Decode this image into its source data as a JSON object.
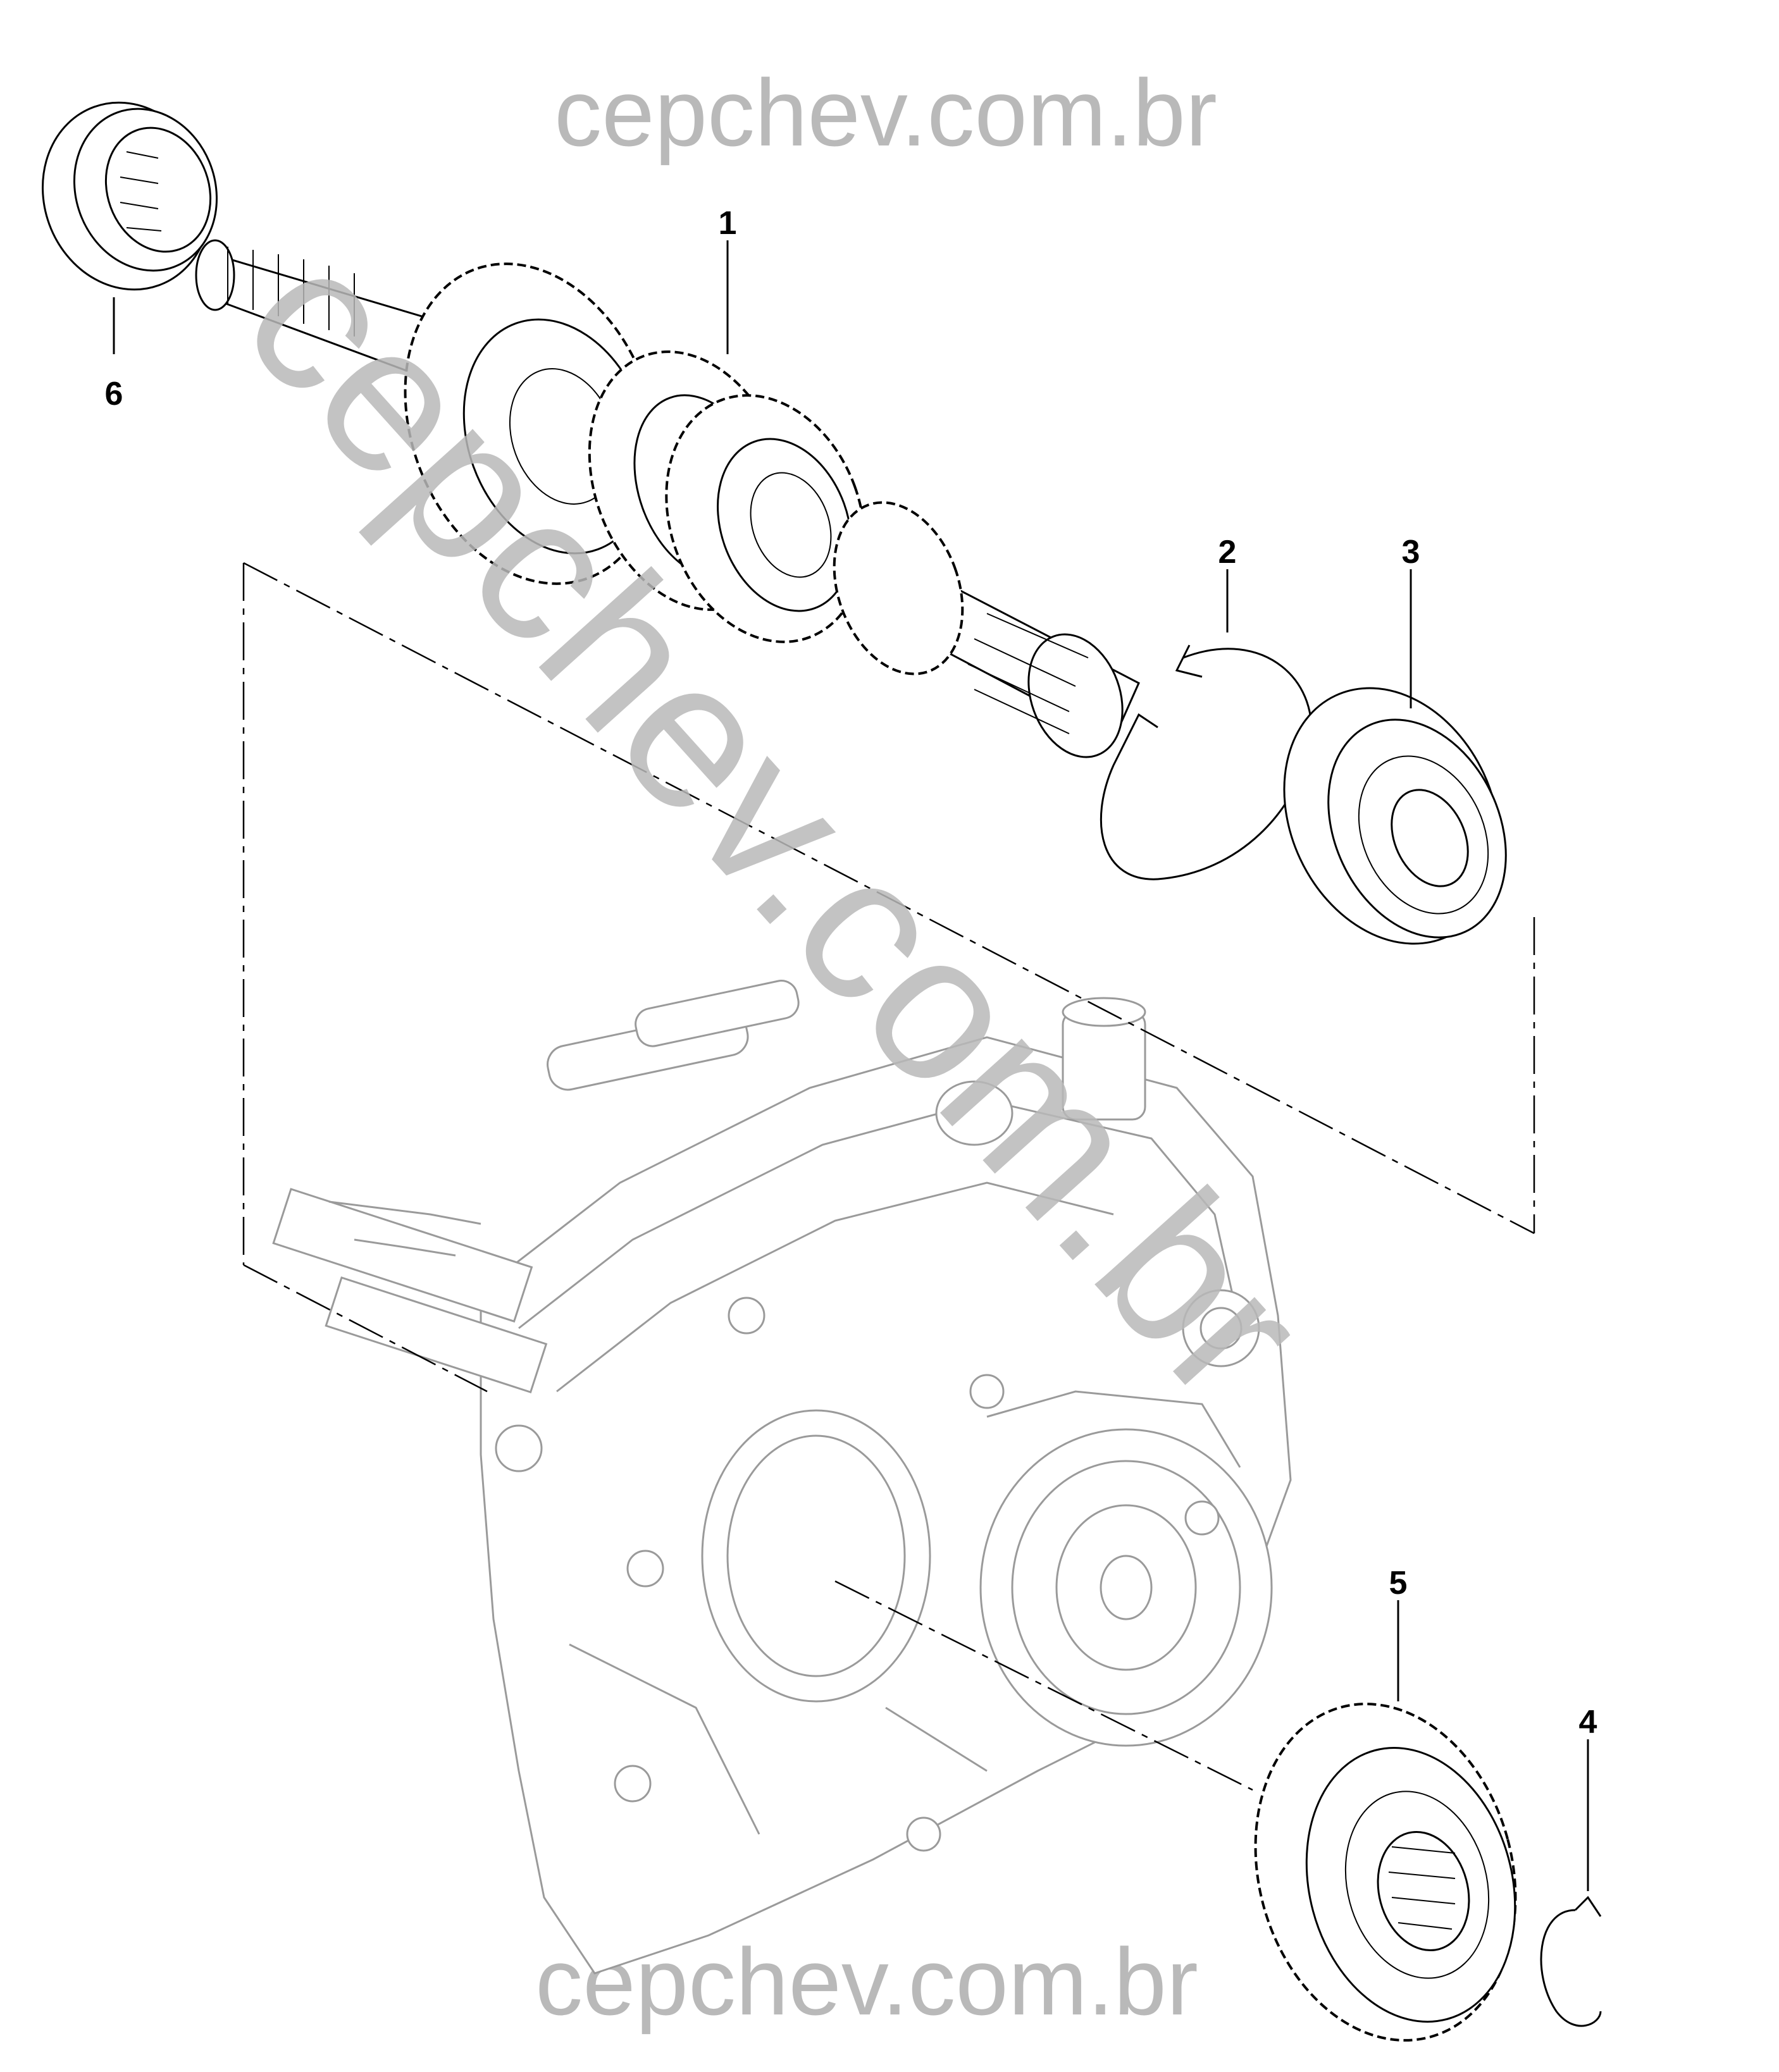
{
  "watermark": {
    "top": "cepchev.com.br",
    "bottom": "cepchev.com.br",
    "diagonal": "cepchev.com.br",
    "color": "#b9b9b9"
  },
  "callouts": [
    {
      "id": "1",
      "label": "1"
    },
    {
      "id": "2",
      "label": "2"
    },
    {
      "id": "3",
      "label": "3"
    },
    {
      "id": "4",
      "label": "4"
    },
    {
      "id": "5",
      "label": "5"
    },
    {
      "id": "6",
      "label": "6"
    }
  ],
  "colors": {
    "line": "#000000",
    "housing": "#9a9a9a",
    "background": "#ffffff"
  }
}
